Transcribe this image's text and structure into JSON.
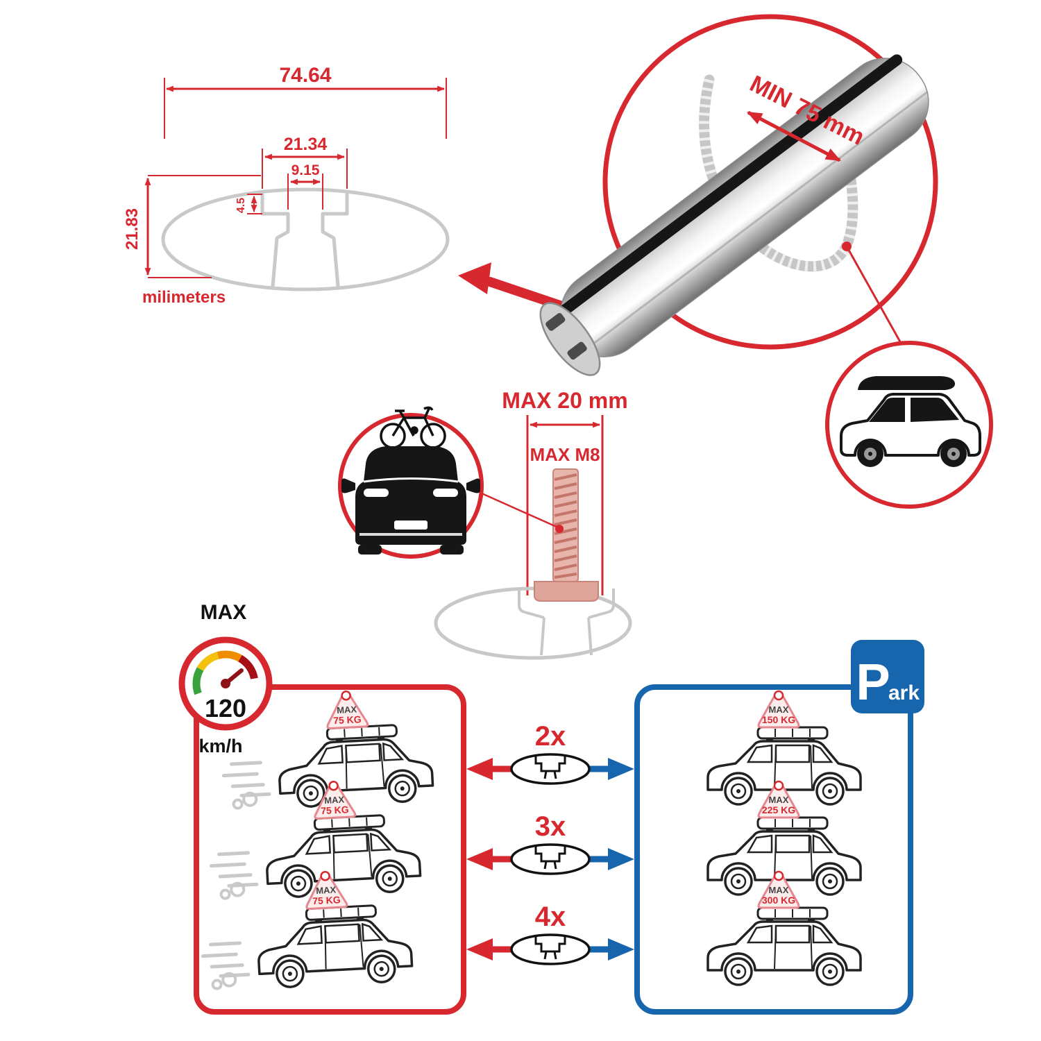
{
  "colors": {
    "red": "#d7282f",
    "blue": "#1766ad",
    "gray_outline": "#c9c9c9"
  },
  "cross_section": {
    "overall_width": "74.64",
    "channel_width": "21.34",
    "slot_width": "9.15",
    "slot_depth": "4.5",
    "overall_height": "21.83",
    "units_label": "milimeters"
  },
  "bar_detail": {
    "min_clamp_span": "MIN 75 mm"
  },
  "bolt_detail": {
    "max_head_width": "MAX 20 mm",
    "max_thread": "MAX M8"
  },
  "speedometer": {
    "title": "MAX",
    "value": "120",
    "unit": "km/h"
  },
  "driving_panel": {
    "cars": [
      {
        "max_label": "MAX",
        "load": "75 KG"
      },
      {
        "max_label": "MAX",
        "load": "75 KG"
      },
      {
        "max_label": "MAX",
        "load": "75 KG"
      }
    ]
  },
  "parking_panel": {
    "sign_letter": "P",
    "sign_suffix": "ark",
    "cars": [
      {
        "max_label": "MAX",
        "load": "150 KG"
      },
      {
        "max_label": "MAX",
        "load": "225 KG"
      },
      {
        "max_label": "MAX",
        "load": "300 KG"
      }
    ]
  },
  "quantities": [
    {
      "label": "2x"
    },
    {
      "label": "3x"
    },
    {
      "label": "4x"
    }
  ]
}
